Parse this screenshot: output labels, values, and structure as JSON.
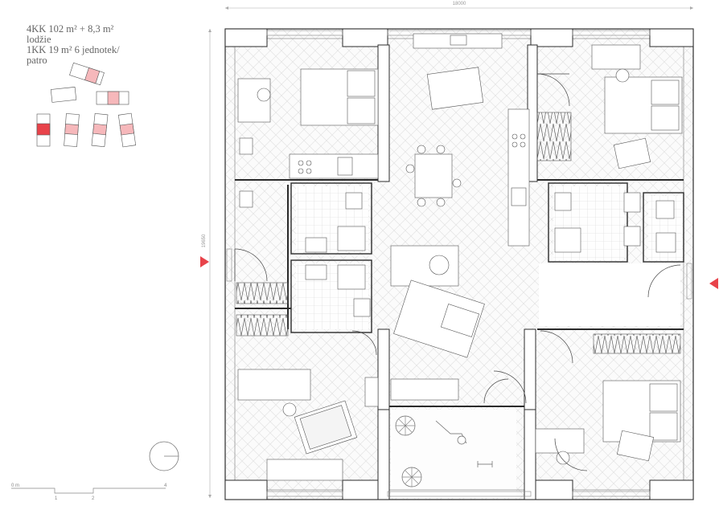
{
  "legend": {
    "lines": [
      "4KK 102 m² + 8,3 m²",
      "lodžie",
      "1KK 19 m² 6 jednotek/",
      "patro"
    ]
  },
  "dimensions": {
    "width_label": "18000",
    "height_label": "19650"
  },
  "scale_bar": {
    "labels": [
      "0 m",
      "1",
      "2",
      "4"
    ]
  },
  "colors": {
    "accent": "#e8434a",
    "accent_light": "#f6b8bb",
    "wall": "#2b2b2b",
    "hatch": "#e6e6e6"
  },
  "icons": {
    "north": "north-arrow-icon",
    "entry_left": "entry-marker-icon",
    "entry_right": "entry-marker-icon"
  }
}
